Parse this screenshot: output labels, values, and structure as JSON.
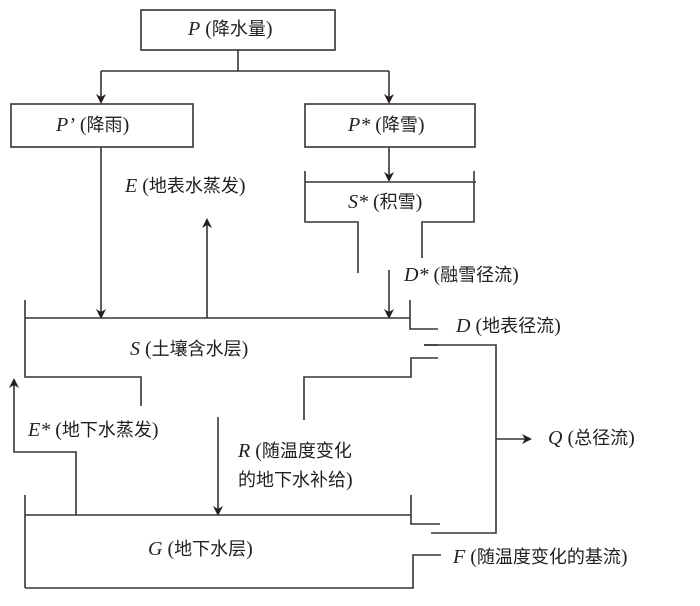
{
  "diagram": {
    "nodes": {
      "P": {
        "symbol": "P",
        "name": "降水量"
      },
      "P_rain": {
        "symbol": "P’",
        "name": "降雨"
      },
      "P_snow": {
        "symbol": "P*",
        "name": "降雪"
      },
      "S_snow": {
        "symbol": "S*",
        "name": "积雪"
      },
      "S": {
        "symbol": "S",
        "name": "土壤含水层"
      },
      "G": {
        "symbol": "G",
        "name": "地下水层"
      },
      "Q": {
        "symbol": "Q",
        "name": "总径流"
      }
    },
    "flows": {
      "E": {
        "symbol": "E",
        "name": "地表水蒸发"
      },
      "D_snow": {
        "symbol": "D*",
        "name": "融雪径流"
      },
      "D": {
        "symbol": "D",
        "name": "地表径流"
      },
      "E_star": {
        "symbol": "E*",
        "name": "地下水蒸发"
      },
      "R": {
        "symbol": "R",
        "name_line1": "随温度变化",
        "name_line2": "的地下水补给"
      },
      "F": {
        "symbol": "F",
        "name": "随温度变化的基流"
      }
    },
    "colors": {
      "line": "#3a3433",
      "text": "#231f20",
      "background": "#ffffff"
    }
  }
}
